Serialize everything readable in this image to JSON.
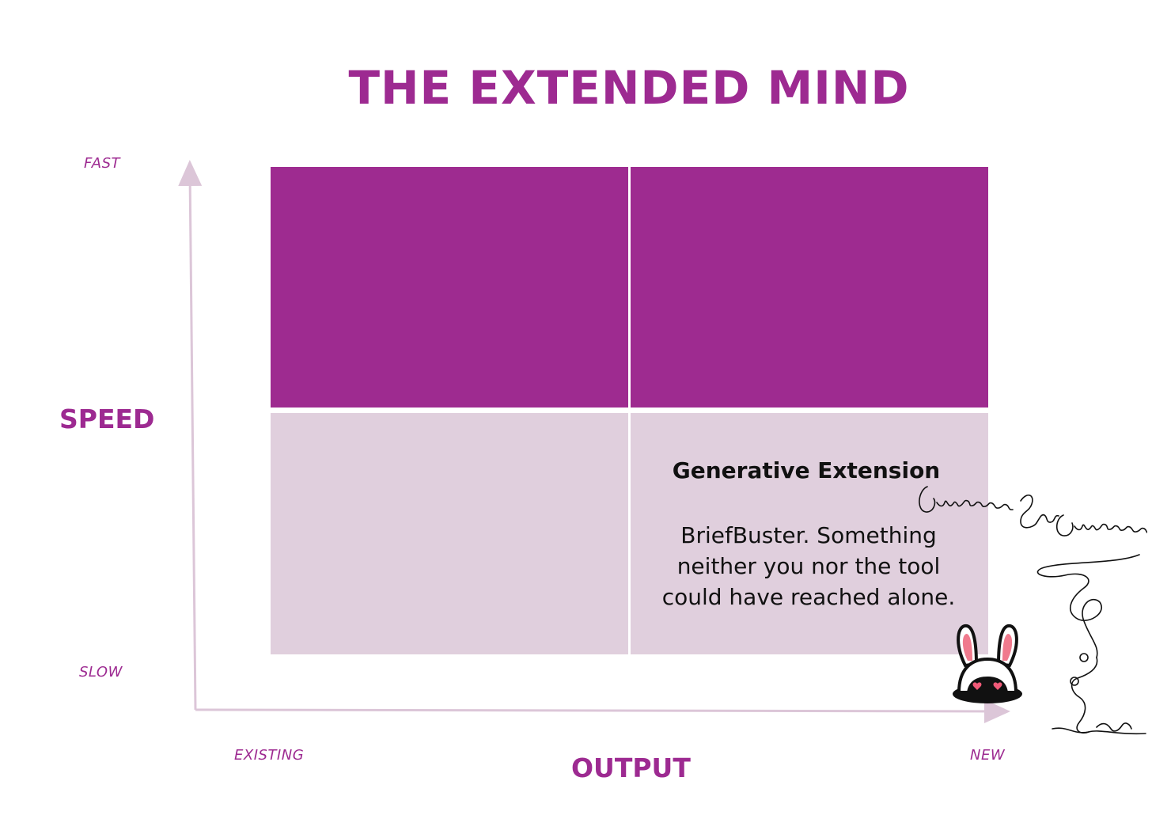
{
  "title": "THE EXTENDED MIND",
  "y_axis": {
    "label": "SPEED",
    "top_tick": "FAST",
    "bottom_tick": "SLOW"
  },
  "x_axis": {
    "label": "OUTPUT",
    "left_tick": "EXISTING",
    "right_tick": "NEW"
  },
  "quadrants": [
    {
      "position": "top-left",
      "title": "",
      "body": "",
      "color": "#9e2b90"
    },
    {
      "position": "top-right",
      "title": "",
      "body": "",
      "color": "#9e2b90"
    },
    {
      "position": "bottom-left",
      "title": "",
      "body": "",
      "color": "#e0cfdd"
    },
    {
      "position": "bottom-right",
      "title": "Generative Extension",
      "body_lines": [
        "BriefBuster. Something",
        "neither you nor the tool",
        "could have reached alone."
      ],
      "color": "#e0cfdd"
    }
  ],
  "signature": "CuriouserAndCuriouser",
  "colors": {
    "brand": "#9d2a91",
    "axis_line": "#dcc6d8"
  }
}
